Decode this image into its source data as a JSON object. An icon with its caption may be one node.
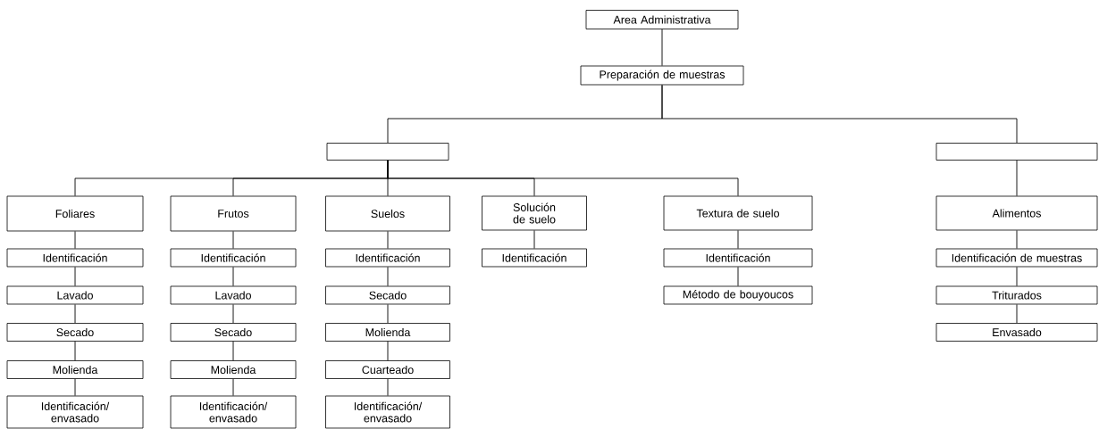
{
  "diagram": {
    "nodes": [
      {
        "text": [
          "Area Administrativa"
        ]
      },
      {
        "text": [
          "Preparación de muestras"
        ]
      },
      {
        "text": [],
        "shape": "box"
      },
      {
        "text": [],
        "shape": "box"
      },
      {
        "text": [
          "Foliares"
        ]
      },
      {
        "text": [
          "Frutos"
        ]
      },
      {
        "text": [
          "Suelos"
        ]
      },
      {
        "text": [
          "Solución de suelo"
        ]
      },
      {
        "text": [
          "Textura de suelo"
        ]
      },
      {
        "text": [
          "Alimentos"
        ]
      },
      {
        "text": [
          "Identificación"
        ]
      },
      {
        "text": [
          "Identificación"
        ]
      },
      {
        "text": [
          "Identificación"
        ]
      },
      {
        "text": [
          "Identificación"
        ]
      },
      {
        "text": [
          "Identificación"
        ]
      },
      {
        "text": [
          "Identificación de muestras"
        ]
      },
      {
        "text": [
          "Lavado"
        ]
      },
      {
        "text": [
          "Lavado"
        ]
      },
      {
        "text": [
          "Secado"
        ]
      },
      {
        "text": [
          "Método de bouyoucos"
        ]
      },
      {
        "text": [
          "Triturados"
        ]
      },
      {
        "text": [
          "Secado"
        ]
      },
      {
        "text": [
          "Secado"
        ]
      },
      {
        "text": [
          "Molienda"
        ]
      },
      {
        "text": [
          "Envasado"
        ]
      },
      {
        "text": [
          "Molienda"
        ]
      },
      {
        "text": [
          "Molienda"
        ]
      },
      {
        "text": [
          "Cuarteado"
        ]
      },
      {
        "text": [
          "Identificación/ envasado"
        ]
      },
      {
        "text": [
          "Identificación/ envasado"
        ]
      },
      {
        "text": [
          "Identificación/ envasado"
        ]
      }
    ],
    "edges": [
      {
        "from": 0,
        "to": 1,
        "arrow": "none"
      },
      {
        "from": 1,
        "to": 2,
        "arrow": "none"
      },
      {
        "from": 1,
        "to": 3,
        "arrow": "none"
      },
      {
        "from": 2,
        "to": 4,
        "arrow": "none"
      },
      {
        "from": 2,
        "to": 5,
        "arrow": "none"
      },
      {
        "from": 2,
        "to": 6,
        "arrow": "none"
      },
      {
        "from": 2,
        "to": 7,
        "arrow": "none"
      },
      {
        "from": 2,
        "to": 8,
        "arrow": "none"
      },
      {
        "from": 3,
        "to": 9,
        "arrow": "none"
      },
      {
        "from": 4,
        "to": 10,
        "arrow": "none"
      },
      {
        "from": 10,
        "to": 16,
        "arrow": "none"
      },
      {
        "from": 16,
        "to": 21,
        "arrow": "none"
      },
      {
        "from": 21,
        "to": 25,
        "arrow": "none"
      },
      {
        "from": 25,
        "to": 28,
        "arrow": "none"
      },
      {
        "from": 5,
        "to": 11,
        "arrow": "none"
      },
      {
        "from": 11,
        "to": 17,
        "arrow": "none"
      },
      {
        "from": 17,
        "to": 22,
        "arrow": "none"
      },
      {
        "from": 22,
        "to": 26,
        "arrow": "none"
      },
      {
        "from": 26,
        "to": 29,
        "arrow": "none"
      },
      {
        "from": 6,
        "to": 12,
        "arrow": "none"
      },
      {
        "from": 12,
        "to": 18,
        "arrow": "none"
      },
      {
        "from": 18,
        "to": 23,
        "arrow": "none"
      },
      {
        "from": 23,
        "to": 27,
        "arrow": "none"
      },
      {
        "from": 27,
        "to": 30,
        "arrow": "none"
      },
      {
        "from": 7,
        "to": 13,
        "arrow": "none"
      },
      {
        "from": 8,
        "to": 14,
        "arrow": "none"
      },
      {
        "from": 14,
        "to": 19,
        "arrow": "none"
      },
      {
        "from": 9,
        "to": 15,
        "arrow": "none"
      },
      {
        "from": 15,
        "to": 20,
        "arrow": "none"
      },
      {
        "from": 20,
        "to": 24,
        "arrow": "none"
      }
    ]
  }
}
